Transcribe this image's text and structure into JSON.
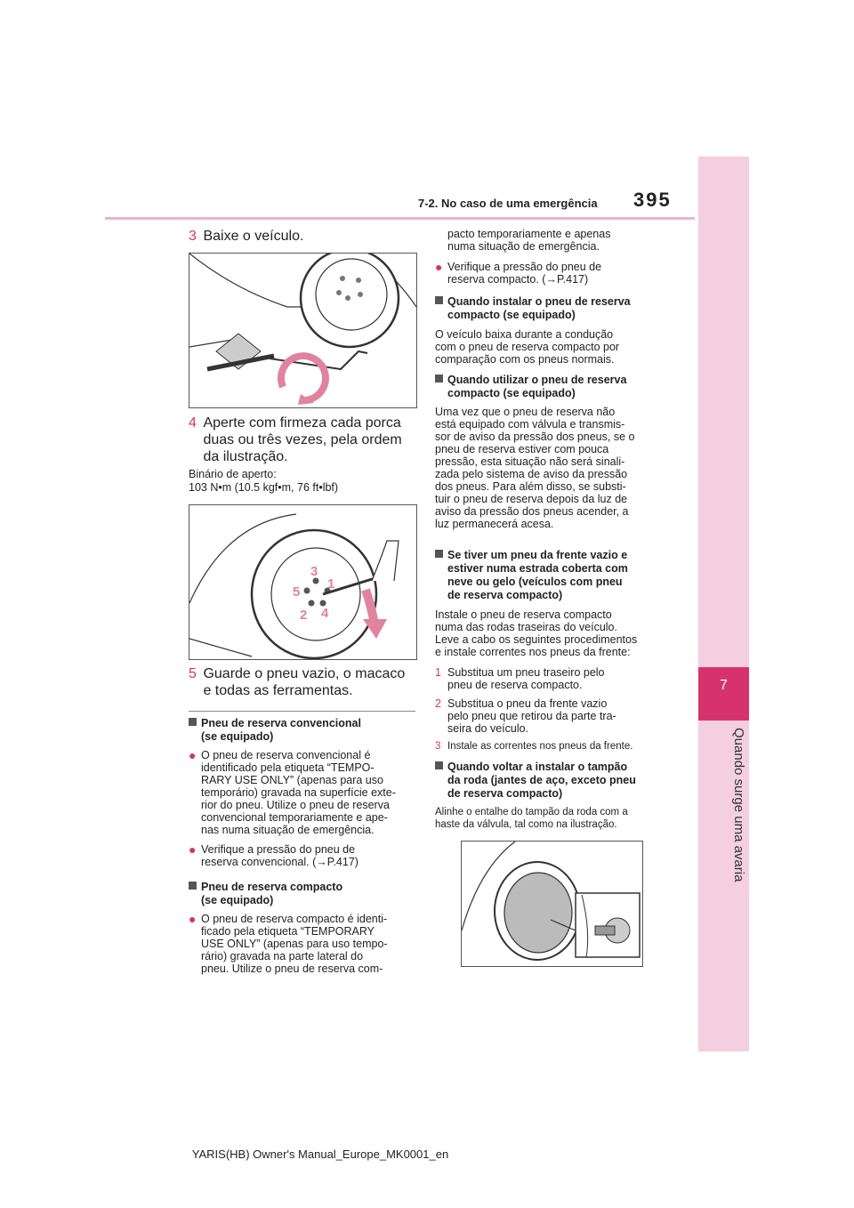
{
  "header": {
    "section": "7-2. No caso de uma emergência",
    "page_number": "395"
  },
  "side_tab": {
    "chapter_number": "7",
    "chapter_title": "Quando surge uma avaria"
  },
  "footer": "YARIS(HB) Owner's Manual_Europe_MK0001_en",
  "left_column": {
    "step3": {
      "num": "3",
      "text": "Baixe o veículo."
    },
    "step4": {
      "num": "4",
      "line1": "Aperte com firmeza cada porca",
      "line2": "duas ou três vezes, pela ordem",
      "line3": "da ilustração."
    },
    "torque_line1": "Binário de aperto:",
    "torque_line2": "103 N•m (10.5 kgf•m, 76 ft•lbf)",
    "nut_order": [
      "3",
      "1",
      "5",
      "2",
      "4"
    ],
    "step5": {
      "num": "5",
      "line1": "Guarde o pneu vazio, o macaco",
      "line2": "e todas as ferramentas."
    },
    "conv_head1": "Pneu de reserva convencional",
    "conv_head2": "(se equipado)",
    "conv_b1": [
      "O pneu de reserva convencional é",
      "identificado pela etiqueta “TEMPO-",
      "RARY USE ONLY” (apenas para uso",
      "temporário) gravada na superfície exte-",
      "rior do pneu. Utilize o pneu de reserva",
      "convencional temporariamente e ape-",
      "nas numa situação de emergência."
    ],
    "conv_b2": [
      "Verifique a pressão do pneu de",
      "reserva convencional. (→P.417)"
    ],
    "comp_head1": "Pneu de reserva compacto",
    "comp_head2": "(se equipado)",
    "comp_b1": [
      "O pneu de reserva compacto é identi-",
      "ficado pela etiqueta “TEMPORARY",
      "USE ONLY” (apenas para uso tempo-",
      "rário) gravada na parte lateral do",
      "pneu. Utilize o pneu de reserva com-"
    ]
  },
  "right_column": {
    "cont": [
      "pacto temporariamente e apenas",
      "numa situação de emergência."
    ],
    "b_check": [
      "Verifique a pressão do pneu de",
      "reserva compacto. (→P.417)"
    ],
    "h_install": [
      "Quando instalar o pneu de reserva",
      "compacto (se equipado)"
    ],
    "p_install": [
      "O veículo baixa durante a condução",
      "com o pneu de reserva compacto por",
      "comparação com os pneus normais."
    ],
    "h_use": [
      "Quando utilizar o pneu de reserva",
      "compacto (se equipado)"
    ],
    "p_use": [
      "Uma vez que o pneu de reserva não",
      "está equipado com válvula e transmis-",
      "sor de aviso da pressão dos pneus, se o",
      "pneu de reserva estiver com pouca",
      "pressão, esta situação não será sinali-",
      "zada pelo sistema de aviso da pressão",
      "dos pneus. Para além disso, se substi-",
      "tuir o pneu de reserva depois da luz de",
      "aviso da pressão dos pneus acender, a",
      "luz permanecerá acesa."
    ],
    "h_snow": [
      "Se tiver um pneu da frente vazio e",
      "estiver numa estrada coberta com",
      "neve ou gelo (veículos com pneu",
      "de reserva compacto)"
    ],
    "p_snow": [
      "Instale o pneu de reserva compacto",
      "numa das rodas traseiras do veículo.",
      "Leve a cabo os seguintes procedimentos",
      "e instale correntes nos pneus da frente:"
    ],
    "s1": {
      "num": "1",
      "line1": "Substitua um pneu traseiro pelo",
      "line2": "pneu de reserva compacto."
    },
    "s2": {
      "num": "2",
      "line1": "Substitua o pneu da frente vazio",
      "line2": "pelo pneu que retirou da parte tra-",
      "line3": "seira do veículo."
    },
    "s3": {
      "num": "3",
      "line1": "Instale as correntes nos pneus da frente."
    },
    "h_cap": [
      "Quando voltar a instalar o tampão",
      "da roda (jantes de aço, exceto pneu",
      "de reserva compacto)"
    ],
    "p_cap": [
      "Alinhe o entalhe do tampão da roda com a",
      "haste da válvula, tal como na ilustração."
    ]
  },
  "colors": {
    "accent": "#d6336c",
    "tab": "#f3cfe0",
    "rule": "#e8b6cc"
  }
}
